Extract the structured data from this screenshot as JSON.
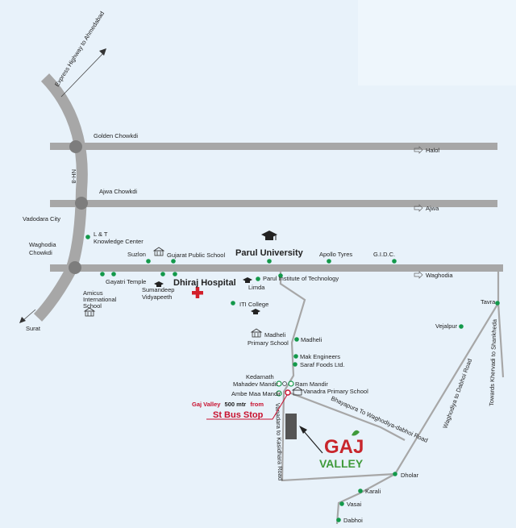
{
  "roads": {
    "nh8": "NH-8",
    "expressway": "Express Highway to Ahmedabad",
    "surat": "Surat",
    "halol": "Halol",
    "ajwa": "Ajwa",
    "waghodia": "Waghodia",
    "vanadara_road": "Vanadara to Kasidhara Road",
    "bhayapura_road": "Bhayapura To Waghodiya-dabhoi Road",
    "dabhoi_road": "Waghodiya to Dabhoi Road",
    "shankheda_road": "Towards Khervadi to Shankheda"
  },
  "junctions": {
    "golden": "Golden Chowkdi",
    "ajwa": "Ajwa Chowkdi",
    "waghodia_1": "Waghodia",
    "waghodia_2": "Chowkdi",
    "vadodara": "Vadodara City"
  },
  "places": {
    "lt_1": "L & T",
    "lt_2": "Knowledge Center",
    "suzlon": "Suzlon",
    "gujarat_school": "Gujarat Public School",
    "parul_university": "Parul University",
    "apollo": "Apollo Tyres",
    "gidc": "G.I.D.C.",
    "gayatri": "Gayatri Temple",
    "amicus_1": "Amicus",
    "amicus_2": "International",
    "amicus_3": "School",
    "sumandeep_1": "Sumandeep",
    "sumandeep_2": "Vidyapeeth",
    "dhiraj": "Dhiraj Hospital",
    "limda": "Limda",
    "parul_institute": "Parul Institute of Technology",
    "iti": "ITI College",
    "madheli_school_1": "Madheli",
    "madheli_school_2": "Primary School",
    "madheli": "Madheli",
    "mak": "Mak Engineers",
    "saraf": "Saraf Foods Ltd.",
    "kedarnath": "Kedarnath",
    "mahadev": "Mahadev Mandir",
    "ram": "Ram Mandir",
    "ambe": "Ambe Maa Mandir",
    "vanadra_school": "Vanadra Primary School",
    "tavra": "Tavra",
    "vejalpur": "Vejalpur",
    "dholar": "Dholar",
    "karali": "Karali",
    "vasai": "Vasai",
    "dabhoi": "Dabhoi"
  },
  "callout": {
    "name": "Gaj Valley",
    "distance": "500 mtr",
    "from": "from",
    "stop": "St Bus Stop"
  },
  "logo": {
    "top": "GAJ",
    "bottom": "VALLEY"
  },
  "colors": {
    "background": "#e8f2fa",
    "road": "#a7a7a7",
    "dot": "#13994a",
    "logo_red": "#c8262c",
    "logo_green": "#3f9a3a",
    "callout_red": "#c8102e"
  }
}
